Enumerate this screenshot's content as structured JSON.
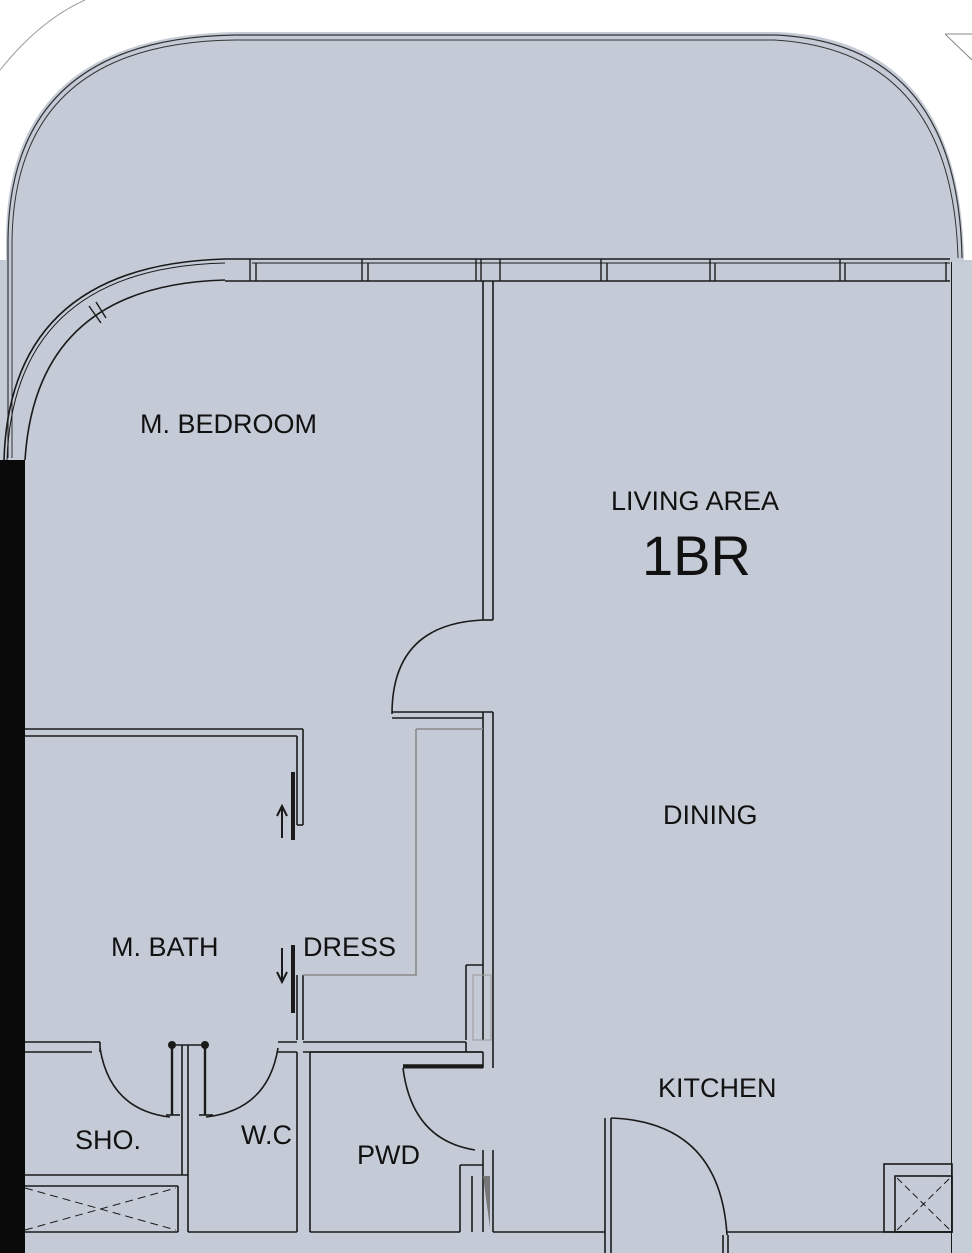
{
  "plan": {
    "title": "1BR",
    "fill_color": "#c5cbd6",
    "line_color": "#1a1a1a",
    "rooms": [
      {
        "id": "m-bedroom",
        "label": "M. BEDROOM"
      },
      {
        "id": "living-area",
        "label": "LIVING AREA"
      },
      {
        "id": "dining",
        "label": "DINING"
      },
      {
        "id": "m-bath",
        "label": "M. BATH"
      },
      {
        "id": "dress",
        "label": "DRESS"
      },
      {
        "id": "kitchen",
        "label": "KITCHEN"
      },
      {
        "id": "shower",
        "label": "SHO."
      },
      {
        "id": "wc",
        "label": "W.C"
      },
      {
        "id": "powder",
        "label": "PWD"
      }
    ],
    "unit_type": "1BR"
  }
}
